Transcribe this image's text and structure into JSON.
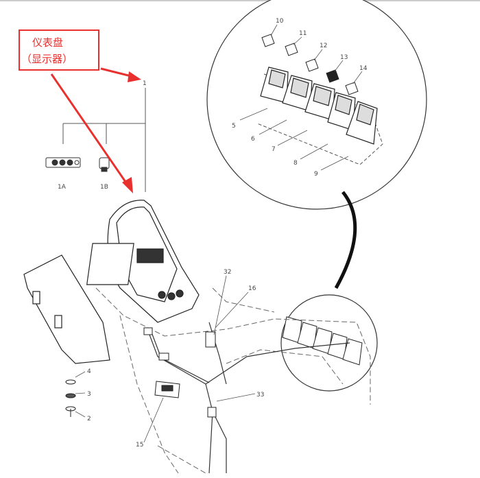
{
  "callout": {
    "line1": "仪表盘",
    "line2": "（显示器）"
  },
  "labels": {
    "n1": "1",
    "n1a": "1A",
    "n1b": "1B",
    "n2": "2",
    "n3": "3",
    "n4": "4",
    "n5": "5",
    "n6": "6",
    "n7": "7",
    "n8": "8",
    "n9": "9",
    "n10": "10",
    "n11": "11",
    "n12": "12",
    "n13": "13",
    "n14": "14",
    "n15": "15",
    "n16": "16",
    "n32": "32",
    "n33": "33"
  },
  "colors": {
    "accent": "#e8312f",
    "line": "#333333",
    "label": "#444444"
  }
}
